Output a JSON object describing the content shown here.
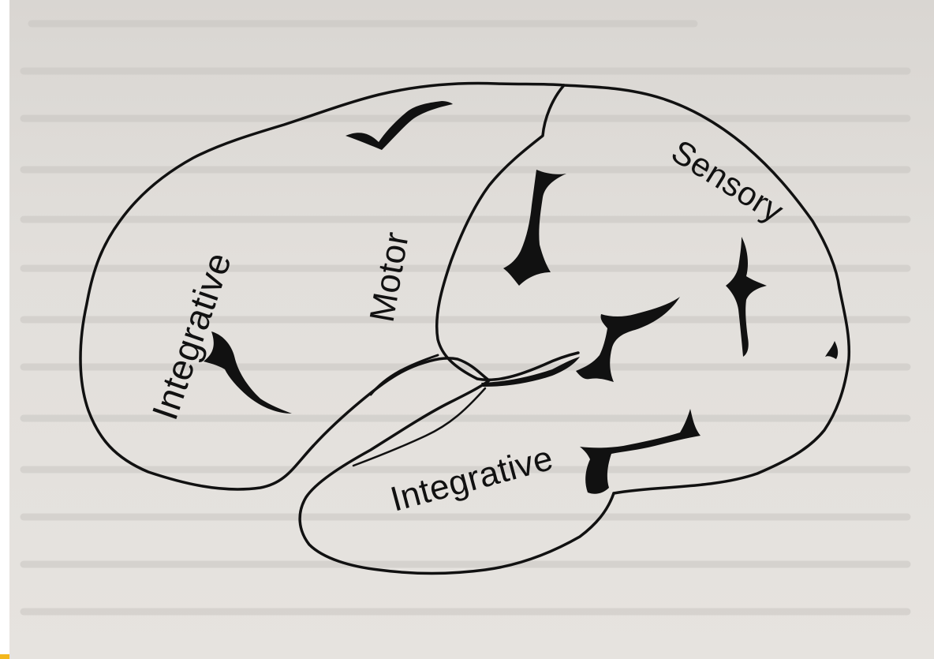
{
  "diagram": {
    "labels": {
      "frontal": "Integrative",
      "motor": "Motor",
      "sensory": "Sensory",
      "temporal": "Integrative"
    },
    "colors": {
      "paper": "#e3e0dc",
      "ink": "#111111",
      "corner_accent": "#f3b71d"
    }
  }
}
